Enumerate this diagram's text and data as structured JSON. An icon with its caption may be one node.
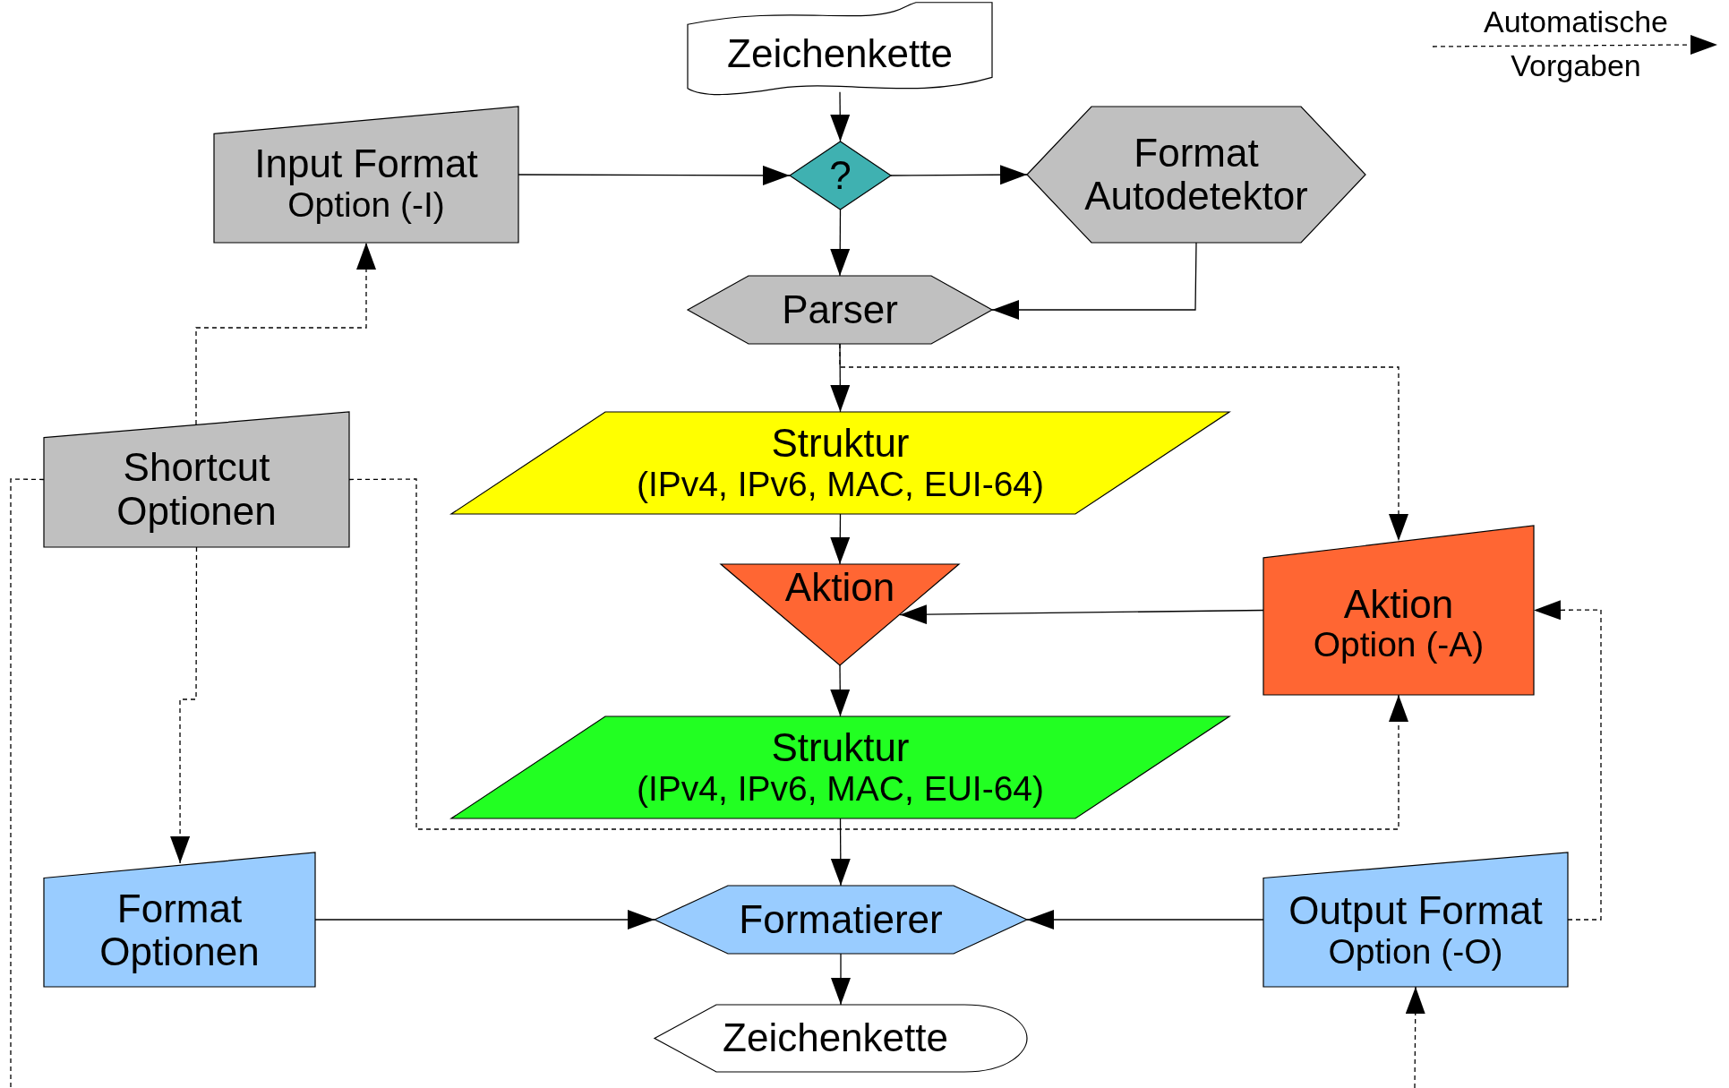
{
  "diagram": {
    "nodes": [
      {
        "text": [
          "Zeichenkette"
        ]
      },
      {
        "text": [
          "?"
        ]
      },
      {
        "text": [
          "Input Format",
          "Option (-I)"
        ]
      },
      {
        "text": [
          "Format Autodetektor"
        ]
      },
      {
        "text": [
          "Parser"
        ]
      },
      {
        "text": [
          "Shortcut Optionen"
        ]
      },
      {
        "text": [
          "Struktur",
          "(IPv4, IPv6, MAC, EUI-64)"
        ]
      },
      {
        "text": [
          "Aktion"
        ]
      },
      {
        "text": [
          "Aktion",
          "Option (-A)"
        ]
      },
      {
        "text": [
          "Struktur",
          "(IPv4, IPv6, MAC, EUI-64)"
        ]
      },
      {
        "text": [
          "Format Optionen"
        ]
      },
      {
        "text": [
          "Formatierer"
        ]
      },
      {
        "text": [
          "Output Format",
          "Option (-O)"
        ]
      },
      {
        "text": [
          "Zeichenkette"
        ]
      }
    ],
    "edges": [
      {
        "from": 0,
        "to": 1,
        "arrow": "to"
      },
      {
        "from": 2,
        "to": 1,
        "arrow": "to"
      },
      {
        "from": 1,
        "to": 3,
        "arrow": "to"
      },
      {
        "from": 1,
        "to": 4,
        "arrow": "to"
      },
      {
        "from": 3,
        "to": 4,
        "arrow": "to"
      },
      {
        "from": 4,
        "to": 6,
        "arrow": "to"
      },
      {
        "from": 4,
        "to": 8,
        "arrow": "to",
        "style": "dashed"
      },
      {
        "from": 6,
        "to": 7,
        "arrow": "to"
      },
      {
        "from": 8,
        "to": 7,
        "arrow": "to"
      },
      {
        "from": 7,
        "to": 9,
        "arrow": "to"
      },
      {
        "from": 9,
        "to": 11,
        "arrow": "to"
      },
      {
        "from": 10,
        "to": 11,
        "arrow": "to"
      },
      {
        "from": 12,
        "to": 11,
        "arrow": "to"
      },
      {
        "from": 11,
        "to": 13,
        "arrow": "to"
      },
      {
        "from": 5,
        "to": 2,
        "arrow": "to",
        "style": "dashed"
      },
      {
        "from": 5,
        "to": 10,
        "arrow": "to",
        "style": "dashed"
      },
      {
        "from": 5,
        "to": 8,
        "arrow": "to",
        "style": "dashed"
      },
      {
        "from": 12,
        "to": 8,
        "arrow": "to",
        "style": "dashed"
      },
      {
        "from": 5,
        "to": null,
        "arrow": "none",
        "style": "dashed"
      },
      {
        "from": null,
        "to": 12,
        "arrow": "to",
        "style": "dashed"
      }
    ],
    "legend": [
      {
        "text": "Automatische Vorgaben"
      }
    ]
  }
}
